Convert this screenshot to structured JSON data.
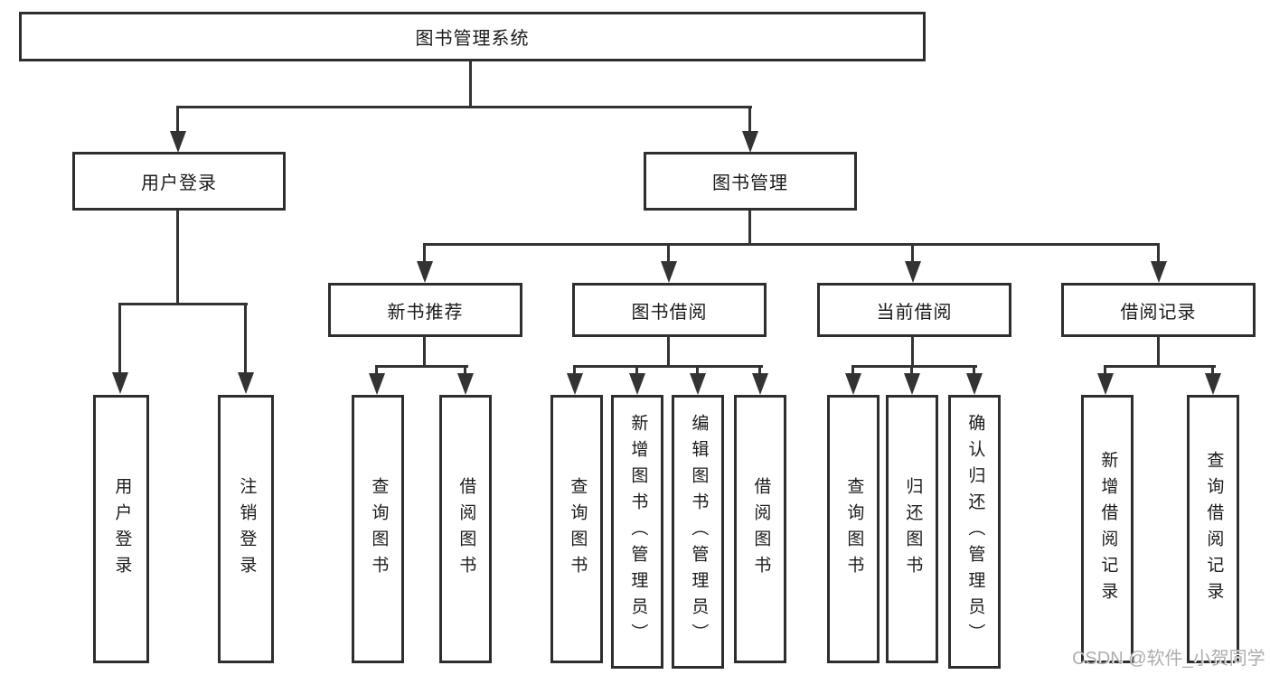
{
  "title": "图书管理系统",
  "level2": {
    "user_login": "用户登录",
    "book_mgmt": "图书管理"
  },
  "level3": {
    "new_book": "新书推荐",
    "borrow": "图书借阅",
    "current": "当前借阅",
    "records": "借阅记录"
  },
  "leaves": {
    "login": [
      "用户登录",
      "注销登录"
    ],
    "new_book": [
      "查询图书",
      "借阅图书"
    ],
    "borrow": [
      "查询图书",
      "新增图书（管理员）",
      "编辑图书（管理员）",
      "借阅图书"
    ],
    "current": [
      "查询图书",
      "归还图书",
      "确认归还（管理员）"
    ],
    "records": [
      "新增借阅记录",
      "查询借阅记录"
    ]
  },
  "watermark": "CSDN @软件_小贺同学",
  "colors": {
    "line": "#333333",
    "box_border": "#2e2e2e",
    "box_background": "#ffffff",
    "text": "#1b1b1b",
    "watermark_text": "#aeaeae",
    "background": "#ffffff"
  }
}
